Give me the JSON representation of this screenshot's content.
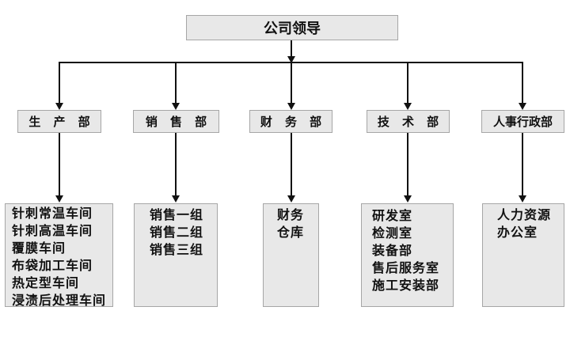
{
  "org_chart": {
    "root": {
      "label": "公司领导"
    },
    "departments": [
      {
        "label": "生 产 部",
        "units": [
          "针刺常温车间",
          "针刺高温车间",
          "覆膜车间",
          "布袋加工车间",
          "热定型车间",
          "浸渍后处理车间"
        ]
      },
      {
        "label": "销 售 部",
        "units": [
          "销售一组",
          "销售二组",
          "销售三组"
        ]
      },
      {
        "label": "财 务 部",
        "units": [
          "财务",
          "仓库"
        ]
      },
      {
        "label": "技 术 部",
        "units": [
          "研发室",
          "检测室",
          "装备部",
          "售后服务室",
          "施工安装部"
        ]
      },
      {
        "label": "人事行政部",
        "units": [
          "人力资源",
          "办公室"
        ]
      }
    ]
  },
  "colors": {
    "background": "#ffffff",
    "box_fill": "#e8e8e8",
    "box_border": "#a6a6a6",
    "line": "#111111",
    "text": "#111111"
  }
}
